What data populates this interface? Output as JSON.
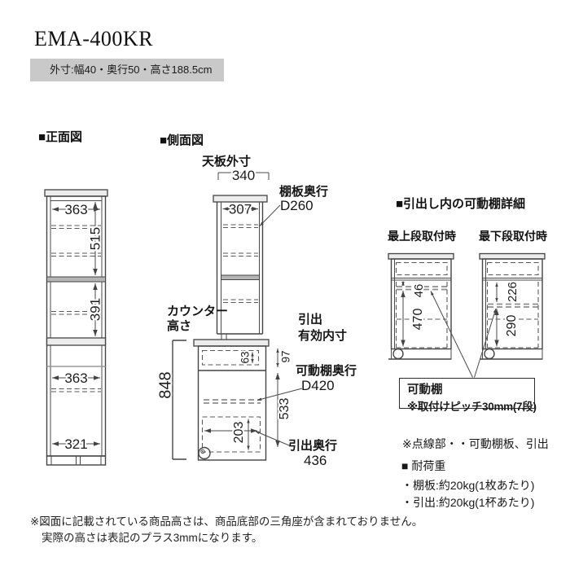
{
  "title": "EMA-400KR",
  "spec": {
    "outer_dimensions": "外寸:幅40・奥行50・高さ188.5cm"
  },
  "sections": {
    "front_header": "■正面図",
    "side_header": "■側面図",
    "detail_header": "■引出し内の可動棚詳細"
  },
  "front_view": {
    "upper_inner_width": "363",
    "upper_section_height": "515",
    "lower_section_height": "391",
    "counter_inner_width": "363",
    "base_inner_width": "321"
  },
  "side_view": {
    "top_board_label": "天板外寸",
    "top_board_depth": "340",
    "upper_inner_depth": "307",
    "shelf_depth_label": "棚板奥行",
    "shelf_depth_value": "D260",
    "counter_height_label_line1": "カウンター",
    "counter_height_label_line2": "高さ",
    "counter_height": "848",
    "drawer_inner_label_line1": "引出",
    "drawer_inner_label_line2": "有効内寸",
    "top_drawer_inner_height": "63",
    "top_drawer_opening_height": "97",
    "movable_shelf_depth_label": "可動棚奥行",
    "movable_shelf_depth_value": "D420",
    "lower_inner_height": "533",
    "lower_drawer_inner_height": "203",
    "drawer_depth_label": "引出奥行",
    "drawer_depth_value": "436"
  },
  "detail_view": {
    "left_caption": "最上段取付時",
    "right_caption": "最下段取付時",
    "top_mount_offset": "46",
    "top_mount_below": "470",
    "bottom_mount_offset": "226",
    "bottom_mount_below": "290",
    "callout_line1": "可動棚",
    "callout_line2": "※取付けピッチ30mm(7段)"
  },
  "notes": {
    "dotted_line_note": "※点線部・・可動棚板、引出",
    "load_capacity_header": "■ 耐荷重",
    "load_capacity_shelf": "・棚板:約20kg(1枚あたり)",
    "load_capacity_drawer": "・引出:約20kg(1杯あたり)"
  },
  "footer": {
    "note_line1": "※図面に記載されている商品高さは、商品底部の三角座が含まれておりません。",
    "note_line2": "実際の高さは表記のプラス3mmになります。"
  }
}
